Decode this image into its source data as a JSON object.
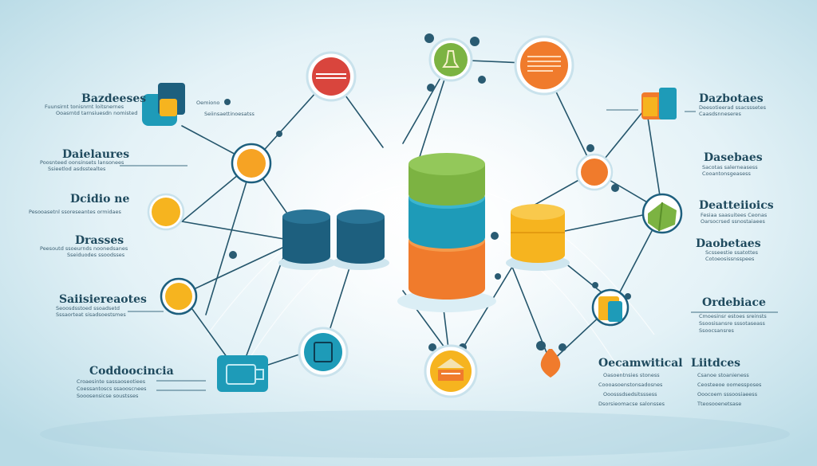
{
  "colors": {
    "background": "#e6f3f8",
    "line": "#25566c",
    "orange": "#f07b2c",
    "yellow": "#f6b41f",
    "green": "#7cb342",
    "teal": "#1e9bb8",
    "red": "#d9453d",
    "navy": "#1d5f7e"
  },
  "labels": {
    "left_1": {
      "title": "Bazdeeses",
      "lines": [
        "Fuunsirnt tonisnrnt loitsnernes",
        "Ooasrntd tarnsiuesdn nomisted"
      ]
    },
    "left_2": {
      "title": "Daielaures",
      "lines": [
        "Poosnteed oonsinsets lansonees",
        "Ssieetlod asdsstealtes"
      ]
    },
    "left_3": {
      "title": "Dcidio ne",
      "lines": [
        "Pesooasetnl ssoreseantes ormidaes"
      ]
    },
    "left_4": {
      "title": "Drasses",
      "lines": [
        "Peesoutd ssoeurnds noonedsanes",
        "Sseiduodes ssoodsses"
      ]
    },
    "left_5": {
      "title": "Saiisiereaotes",
      "lines": [
        "Seoosdsstoed ssoadsetd",
        "Sssaorteat sisadsoestsmes"
      ]
    },
    "left_6": {
      "title": "Coddoocincia",
      "lines": [
        "Croaesinte sassaoseotiees",
        "Coessantoscs ssaooscnees",
        "Sooosensicse soustsses"
      ]
    },
    "right_1": {
      "title": "Dazbotaes",
      "lines": [
        "Deesotieerad ssacsssetes",
        "Caasdsnneseres"
      ]
    },
    "right_2": {
      "title": "Dasebaes",
      "lines": [
        "Sacotas salerneasess",
        "Cooantonsgeasess"
      ]
    },
    "right_3": {
      "title": "Deatteiioics",
      "lines": [
        "Fesiaa saasuitees Ceonas",
        "Oarsocrsed ssnostaiaees"
      ]
    },
    "right_4": {
      "title": "Daobetaes",
      "lines": [
        "Scsseestie ssatottes",
        "Cotoeosissnsspees"
      ]
    },
    "right_5": {
      "title": "Ordebiace",
      "lines": [
        "Cmoesinsr estoes sreinsts",
        "Ssoosisansre sssotaseass",
        "Ssoocsansres"
      ]
    },
    "bottom_1": {
      "title": "Oecamwitical",
      "lines": [
        "Oasoentnsies stoness",
        "Coooasoenstonsadosnes",
        "Ooosssdsedsitsssess",
        "Dsorsieomacse salonsses"
      ]
    },
    "bottom_2": {
      "title": "Liitdces",
      "lines": [
        "Csanoe stoanieness",
        "Ceosteeoe oomessposes",
        "Ooocoem sssoosiaeess",
        "Tteosooenetsase"
      ]
    },
    "mid_1": {
      "title": "",
      "lines": [
        "Oemiono"
      ]
    },
    "mid_2": {
      "title": "",
      "lines": [
        "Seiinsaettinoesatss"
      ]
    }
  },
  "nodes": [
    {
      "id": "n_red_top",
      "color": "red",
      "icon": "lines-icon"
    },
    {
      "id": "n_green_top",
      "color": "green",
      "icon": "bell-icon"
    },
    {
      "id": "n_orange_top",
      "color": "orange",
      "icon": "lines-icon"
    },
    {
      "id": "n_db_left",
      "color": "teal",
      "icon": "database-icon"
    },
    {
      "id": "n_orange_l1",
      "color": "orange",
      "icon": "none"
    },
    {
      "id": "n_yellow_l2",
      "color": "yellow",
      "icon": "none"
    },
    {
      "id": "n_yellow_l3",
      "color": "yellow",
      "icon": "none"
    },
    {
      "id": "n_teal_box",
      "color": "teal",
      "icon": "box-icon"
    },
    {
      "id": "n_teal_bottom",
      "color": "teal",
      "icon": "document-icon"
    },
    {
      "id": "n_yellow_bottom",
      "color": "yellow",
      "icon": "document-icon"
    },
    {
      "id": "n_orange_br",
      "color": "orange",
      "icon": "none"
    },
    {
      "id": "n_orange_r1",
      "color": "orange",
      "icon": "none"
    },
    {
      "id": "n_green_r2",
      "color": "green",
      "icon": "cube-icon"
    },
    {
      "id": "n_db_r1",
      "color": "orange",
      "icon": "database-icon"
    },
    {
      "id": "n_db_r3",
      "color": "yellow",
      "icon": "database-icon"
    }
  ]
}
